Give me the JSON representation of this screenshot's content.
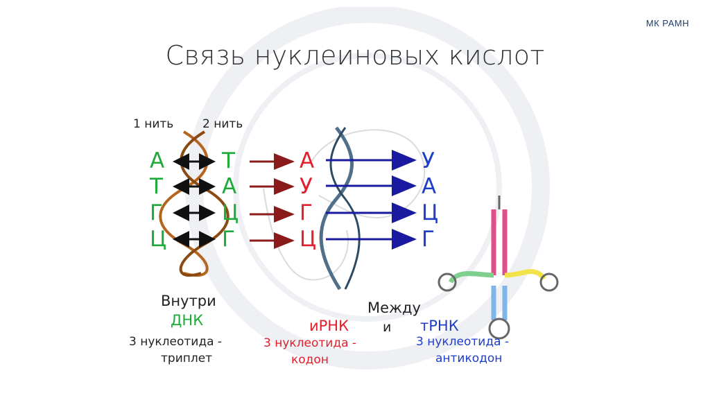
{
  "header": {
    "brand": "МК РАМН"
  },
  "slide": {
    "title": "Связь нуклеиновых кислот"
  },
  "diagram": {
    "strand1_label": "1 нить",
    "strand2_label": "2 нить",
    "dna_strand1": [
      "А",
      "Т",
      "Г",
      "Ц"
    ],
    "dna_strand2": [
      "Т",
      "А",
      "Ц",
      "Г"
    ],
    "mrna": [
      "А",
      "У",
      "Г",
      "Ц"
    ],
    "trna": [
      "У",
      "А",
      "Ц",
      "Г"
    ],
    "inside_label": "Внутри",
    "dna_label": "ДНК",
    "dna_desc_1": "3 нуклеотида -",
    "dna_desc_2": "триплет",
    "between_label": "Между",
    "and_label": "и",
    "mrna_label": "иРНК",
    "mrna_desc_1": "3 нуклеотида -",
    "mrna_desc_2": "кодон",
    "trna_label": "тРНК",
    "trna_desc_1": "3 нуклеотида -",
    "trna_desc_2": "антикодон"
  },
  "colors": {
    "dna_strand1": "#1faa3a",
    "dna_strand2": "#1faa3a",
    "mrna": "#e0202c",
    "trna": "#1f3ec8",
    "helix": "#b5651d",
    "arrow_dark": "#8b1a1a",
    "arrow_blue": "#1a1aa0",
    "title": "#333333",
    "brand": "#1f3b66"
  }
}
